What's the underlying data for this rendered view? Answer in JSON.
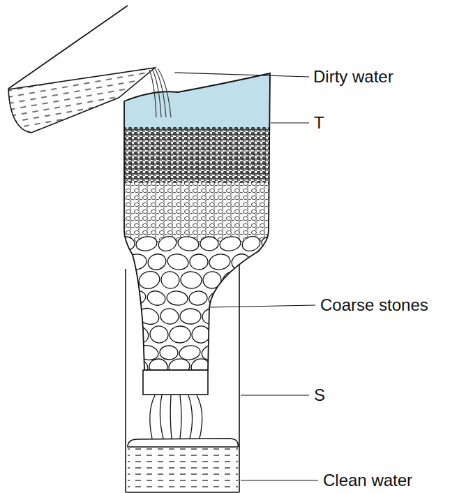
{
  "diagram": {
    "labels": [
      "Dirty water",
      "T",
      "Coarse stones",
      "S",
      "Clean water"
    ]
  }
}
